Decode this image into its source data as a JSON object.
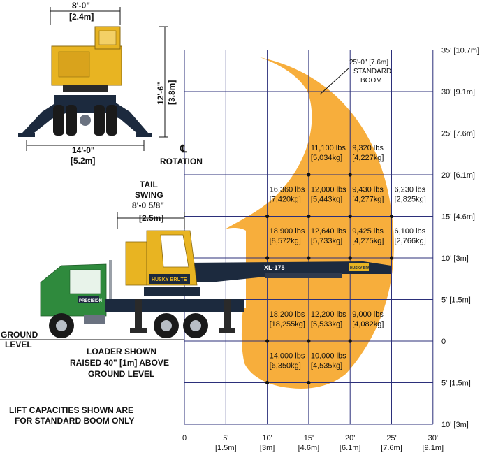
{
  "top_view": {
    "width_label": "8'-0\"",
    "width_metric": "[2.4m]",
    "height_label": "12'-6\"",
    "height_metric": "[3.8m]",
    "base_label": "14'-0\"",
    "base_metric": "[5.2m]"
  },
  "rotation": {
    "symbol": "℄",
    "label": "ROTATION"
  },
  "tail_swing": {
    "line1": "TAIL",
    "line2": "SWING",
    "line3": "8'-0 5/8\"",
    "metric": "[2.5m]"
  },
  "ground_level": {
    "line1": "GROUND",
    "line2": "LEVEL"
  },
  "loader_note": {
    "line1": "LOADER SHOWN",
    "line2": "RAISED 40\" [1m] ABOVE",
    "line3": "GROUND LEVEL"
  },
  "lift_note": {
    "line1": "LIFT CAPACITIES SHOWN ARE",
    "line2": "FOR STANDARD BOOM ONLY"
  },
  "boom_callout": {
    "line1": "25'-0\" [7.6m]",
    "line2": "STANDARD",
    "line3": "BOOM"
  },
  "branding": {
    "truck_logo": "PRECISION",
    "loader_logo": "HUSKY BRUTE",
    "boom_model": "XL-175",
    "boom_logo": "HUSKY BRUTE"
  },
  "y_axis": [
    {
      "main": "35'",
      "metric": "[10.7m]"
    },
    {
      "main": "30'",
      "metric": "[9.1m]"
    },
    {
      "main": "25'",
      "metric": "[7.6m]"
    },
    {
      "main": "20'",
      "metric": "[6.1m]"
    },
    {
      "main": "15'",
      "metric": "[4.6m]"
    },
    {
      "main": "10'",
      "metric": "[3m]"
    },
    {
      "main": "5'",
      "metric": "[1.5m]"
    },
    {
      "main": "0",
      "metric": ""
    },
    {
      "main": "5'",
      "metric": "[1.5m]"
    },
    {
      "main": "10'",
      "metric": "[3m]"
    }
  ],
  "x_axis": [
    {
      "main": "0",
      "metric": ""
    },
    {
      "main": "5'",
      "metric": "[1.5m]"
    },
    {
      "main": "10'",
      "metric": "[3m]"
    },
    {
      "main": "15'",
      "metric": "[4.6m]"
    },
    {
      "main": "20'",
      "metric": "[6.1m]"
    },
    {
      "main": "25'",
      "metric": "[7.6m]"
    },
    {
      "main": "30'",
      "metric": "[9.1m]"
    }
  ],
  "capacities": [
    {
      "radius": 15,
      "height": 20,
      "lbs": "11,100 lbs",
      "kg": "[5,034kg]"
    },
    {
      "radius": 20,
      "height": 20,
      "lbs": "9,320 lbs",
      "kg": "[4,227kg]"
    },
    {
      "radius": 10,
      "height": 15,
      "lbs": "16,360 lbs",
      "kg": "[7,420kg]"
    },
    {
      "radius": 15,
      "height": 15,
      "lbs": "12,000 lbs",
      "kg": "[5,443kg]"
    },
    {
      "radius": 20,
      "height": 15,
      "lbs": "9,430 lbs",
      "kg": "[4,277kg]"
    },
    {
      "radius": 25,
      "height": 15,
      "lbs": "6,230 lbs",
      "kg": "[2,825kg]"
    },
    {
      "radius": 10,
      "height": 10,
      "lbs": "18,900 lbs",
      "kg": "[8,572kg]"
    },
    {
      "radius": 15,
      "height": 10,
      "lbs": "12,640 lbs",
      "kg": "[5,733kg]"
    },
    {
      "radius": 20,
      "height": 10,
      "lbs": "9,425 lbs",
      "kg": "[4,275kg]"
    },
    {
      "radius": 25,
      "height": 10,
      "lbs": "6,100 lbs",
      "kg": "[2,766kg]"
    },
    {
      "radius": 10,
      "height": 0,
      "lbs": "18,200 lbs",
      "kg": "[18,255kg]"
    },
    {
      "radius": 15,
      "height": 0,
      "lbs": "12,200 lbs",
      "kg": "[5,533kg]"
    },
    {
      "radius": 20,
      "height": 0,
      "lbs": "9,000 lbs",
      "kg": "[4,082kg]"
    },
    {
      "radius": 10,
      "height": -5,
      "lbs": "14,000 lbs",
      "kg": "[6,350kg]"
    },
    {
      "radius": 15,
      "height": -5,
      "lbs": "10,000 lbs",
      "kg": "[4,535kg]"
    }
  ],
  "colors": {
    "envelope": "#f7ae3c",
    "grid": "#2b2f7a",
    "truck_green": "#2f8a3d",
    "machine_yellow": "#e8b422",
    "outrigger_navy": "#1c2a3e"
  }
}
